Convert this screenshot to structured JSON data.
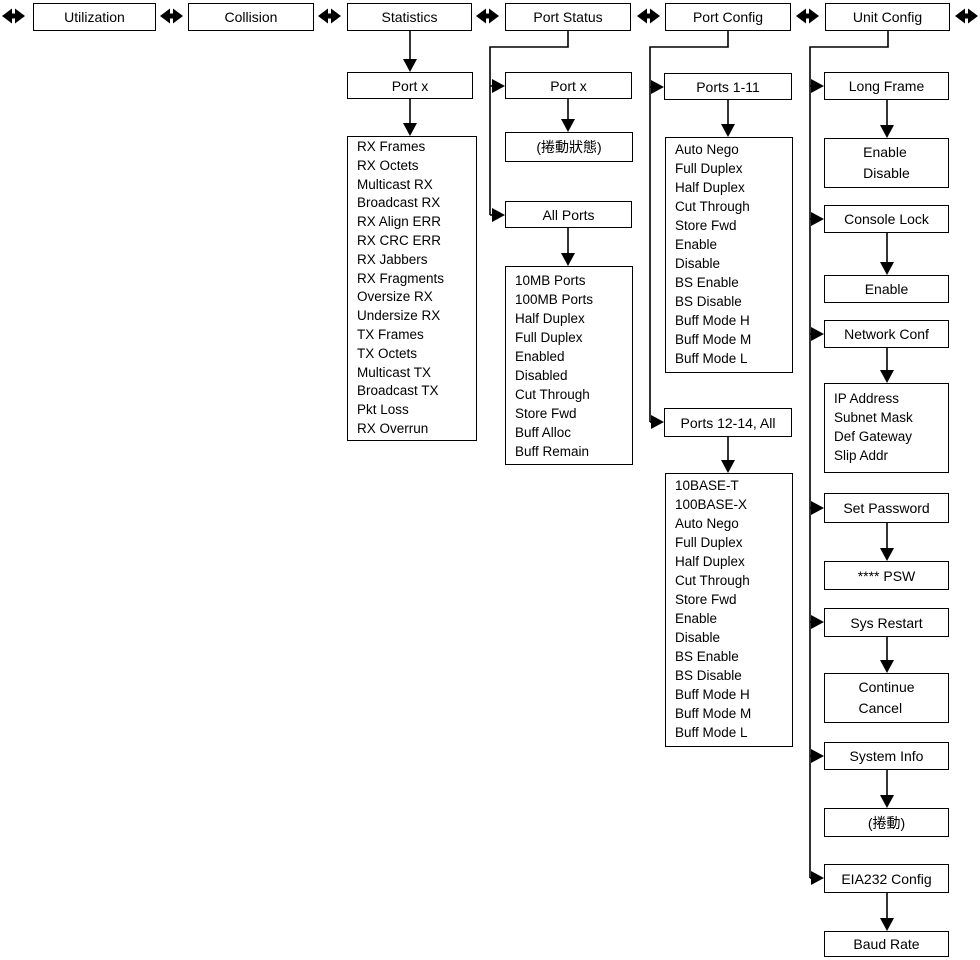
{
  "colors": {
    "line": "#000000",
    "background": "#ffffff",
    "box_background": "#ffffff",
    "text": "#000000"
  },
  "top_menu": {
    "items": [
      {
        "label": "Utilization"
      },
      {
        "label": "Collision"
      },
      {
        "label": "Statistics"
      },
      {
        "label": "Port Status"
      },
      {
        "label": "Port Config"
      },
      {
        "label": "Unit Config"
      }
    ]
  },
  "statistics_branch": {
    "port_x_label": "Port x",
    "counters": [
      "RX Frames",
      "RX Octets",
      "Multicast RX",
      "Broadcast RX",
      "RX Align ERR",
      "RX CRC ERR",
      "RX Jabbers",
      "RX Fragments",
      "Oversize RX",
      "Undersize RX",
      "TX Frames",
      "TX Octets",
      "Multicast TX",
      "Broadcast TX",
      "Pkt Loss",
      "RX Overrun"
    ]
  },
  "port_status_branch": {
    "port_x_label": "Port x",
    "scroll_status_label": "(捲動狀態)",
    "all_ports_label": "All Ports",
    "all_ports_items": [
      "10MB Ports",
      "100MB Ports",
      "Half Duplex",
      "Full Duplex",
      "Enabled",
      "Disabled",
      "Cut Through",
      "Store Fwd",
      "Buff Alloc",
      "Buff Remain"
    ]
  },
  "port_config_branch": {
    "ports_1_11_label": "Ports 1-11",
    "ports_1_11_items": [
      "Auto Nego",
      "Full Duplex",
      "Half Duplex",
      "Cut Through",
      "Store Fwd",
      "Enable",
      "Disable",
      "BS Enable",
      "BS Disable",
      "Buff Mode H",
      "Buff Mode M",
      "Buff Mode L"
    ],
    "ports_12_14_label": "Ports 12-14, All",
    "ports_12_14_items": [
      "10BASE-T",
      "100BASE-X",
      "Auto Nego",
      "Full Duplex",
      "Half Duplex",
      "Cut Through",
      "Store Fwd",
      "Enable",
      "Disable",
      "BS Enable",
      "BS Disable",
      "Buff Mode H",
      "Buff Mode M",
      "Buff Mode L"
    ]
  },
  "unit_config_branch": {
    "long_frame_label": "Long Frame",
    "long_frame_options": [
      "Enable",
      "Disable"
    ],
    "console_lock_label": "Console Lock",
    "console_lock_result": "Enable",
    "network_conf_label": "Network Conf",
    "network_conf_items": [
      "IP Address",
      "Subnet Mask",
      "Def Gateway",
      "Slip Addr"
    ],
    "set_password_label": "Set Password",
    "set_password_result": "**** PSW",
    "sys_restart_label": "Sys Restart",
    "sys_restart_options": [
      "Continue",
      "Cancel"
    ],
    "system_info_label": "System Info",
    "system_info_result": "(捲動)",
    "eia232_config_label": "EIA232 Config",
    "eia232_config_result": "Baud Rate"
  }
}
